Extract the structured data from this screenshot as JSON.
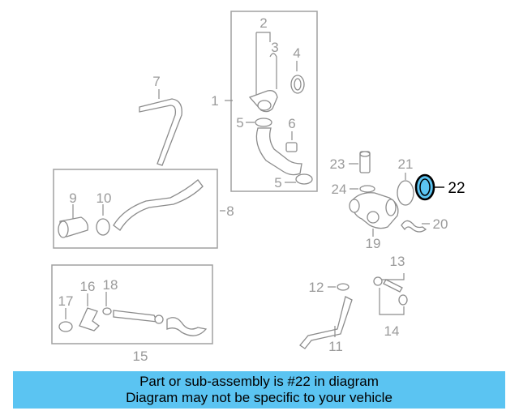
{
  "diagram": {
    "callouts": [
      "1",
      "2",
      "3",
      "4",
      "5",
      "5",
      "6",
      "7",
      "8",
      "9",
      "10",
      "11",
      "12",
      "13",
      "14",
      "15",
      "16",
      "17",
      "18",
      "19",
      "20",
      "21",
      "22",
      "23",
      "24"
    ],
    "highlighted_part": "22",
    "highlight_color": "#5bc4f2",
    "line_color": "#8c8c8c"
  },
  "banner": {
    "line1": "Part or sub-assembly is #22 in diagram",
    "line2": "Diagram may not be specific to your vehicle",
    "background": "#5bc4f2"
  }
}
